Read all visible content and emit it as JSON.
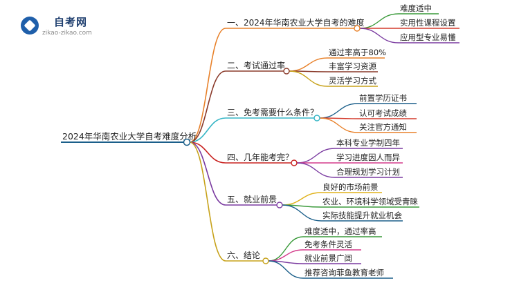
{
  "logo": {
    "title": "自考网",
    "url": "zikao-zikao.com"
  },
  "root": {
    "label": "2024年华南农业大学自考难度分析",
    "color": "#1b5f8a"
  },
  "branches": [
    {
      "label": "一、2024年华南农业大学自考的难度",
      "color": "#e8812a",
      "leaves": [
        {
          "label": "难度适中",
          "color": "#3a9a3a"
        },
        {
          "label": "实用性课程设置",
          "color": "#d33a2c"
        },
        {
          "label": "应用型专业易懂",
          "color": "#7a3aa0"
        }
      ]
    },
    {
      "label": "二、考试通过率",
      "color": "#8a3a2a",
      "leaves": [
        {
          "label": "通过率高于80%",
          "color": "#e8812a"
        },
        {
          "label": "丰富学习资源",
          "color": "#8a3a2a"
        },
        {
          "label": "灵活学习方式",
          "color": "#c7a21a"
        }
      ]
    },
    {
      "label": "三、免考需要什么条件？",
      "color": "#35b5c5",
      "leaves": [
        {
          "label": "前置学历证书",
          "color": "#1b5f8a"
        },
        {
          "label": "认可考试成绩",
          "color": "#d33a2c"
        },
        {
          "label": "关注官方通知",
          "color": "#e8812a"
        }
      ]
    },
    {
      "label": "四、几年能考完？",
      "color": "#c8201e",
      "leaves": [
        {
          "label": "本科专业学制四年",
          "color": "#7a3aa0"
        },
        {
          "label": "学习进度因人而异",
          "color": "#d33a8a"
        },
        {
          "label": "合理规划学习计划",
          "color": "#7a3aa0"
        }
      ]
    },
    {
      "label": "五、就业前景",
      "color": "#7a3aa0",
      "leaves": [
        {
          "label": "良好的市场前景",
          "color": "#e0b21a"
        },
        {
          "label": "农业、环境科学领域受青睐",
          "color": "#3a9a3a"
        },
        {
          "label": "实际技能提升就业机会",
          "color": "#1b5f8a"
        }
      ]
    },
    {
      "label": "六、结论",
      "color": "#c7a21a",
      "leaves": [
        {
          "label": "难度适中，通过率高",
          "color": "#3a9a3a"
        },
        {
          "label": "免考条件灵活",
          "color": "#d33a8a"
        },
        {
          "label": "就业前景广阔",
          "color": "#7a3aa0"
        },
        {
          "label": "推荐咨询菲鱼教育老师",
          "color": "#1b5f8a"
        }
      ]
    }
  ]
}
